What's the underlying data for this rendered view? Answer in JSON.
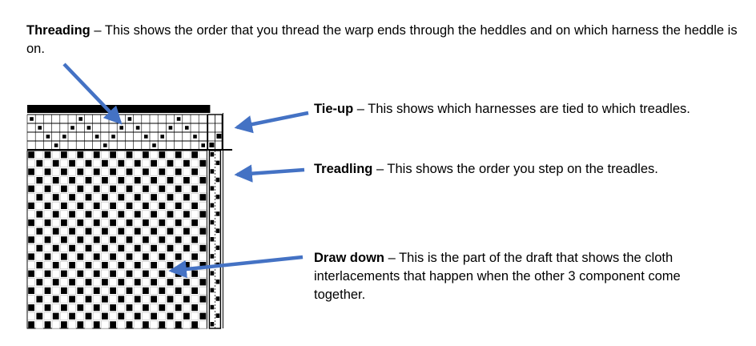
{
  "annotations": {
    "threading": {
      "term": "Threading",
      "description": " – This shows the order that you thread the warp ends through the heddles and on which harness the heddle is on."
    },
    "tieup": {
      "term": "Tie-up",
      "description": " – This shows which harnesses are tied to which treadles."
    },
    "treadling": {
      "term": "Treadling",
      "description": " – This shows the order you step on the treadles."
    },
    "drawdown": {
      "term": "Draw down",
      "description": " – This is the part of the draft that shows the cloth interlacements that happen when the other 3 component come together."
    }
  },
  "colors": {
    "arrow": "#4472c4",
    "cell_filled": "#000000",
    "grid": "#000000"
  },
  "icons": [
    "arrow-threading-icon",
    "arrow-tieup-icon",
    "arrow-treadling-icon",
    "arrow-drawdown-icon"
  ]
}
